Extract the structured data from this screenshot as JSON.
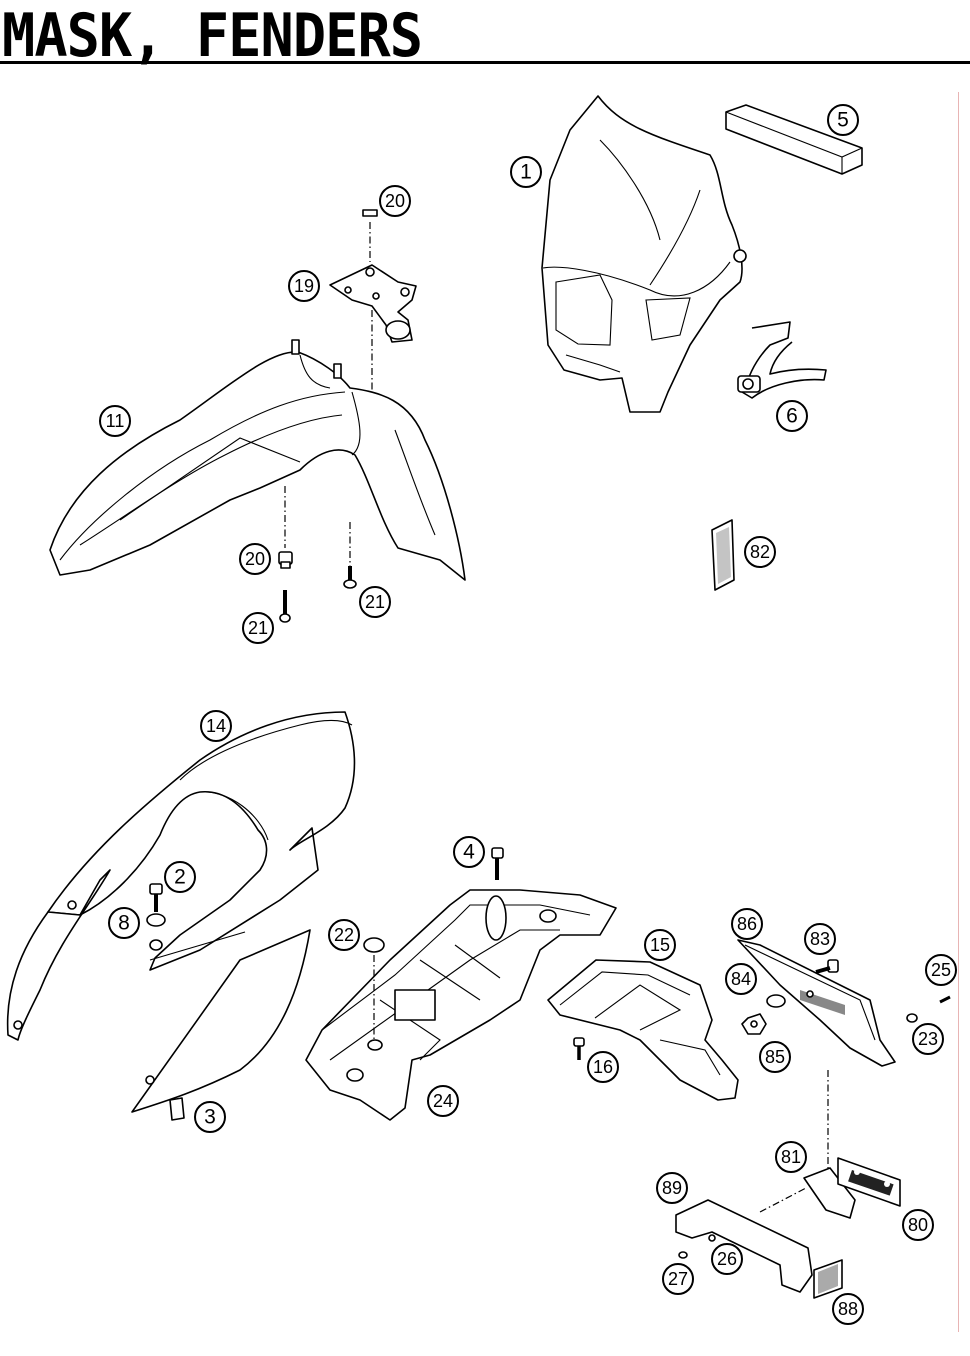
{
  "title": "MASK, FENDERS",
  "callouts": [
    "1",
    "2",
    "3",
    "4",
    "5",
    "6",
    "8",
    "11",
    "14",
    "15",
    "16",
    "19",
    "20",
    "20",
    "21",
    "21",
    "22",
    "23",
    "24",
    "25",
    "26",
    "27",
    "80",
    "81",
    "82",
    "83",
    "84",
    "85",
    "86",
    "88",
    "89"
  ]
}
